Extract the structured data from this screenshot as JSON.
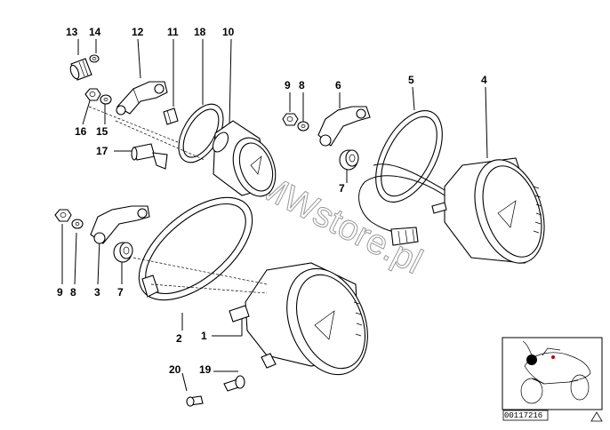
{
  "diagram": {
    "watermark": "BMWstore.pl",
    "drawing_number": "00117216",
    "callouts": {
      "c1": "1",
      "c2": "2",
      "c3": "3",
      "c4": "4",
      "c5": "5",
      "c6": "6",
      "c7a": "7",
      "c7b": "7",
      "c8a": "8",
      "c8b": "8",
      "c9a": "9",
      "c9b": "9",
      "c10": "10",
      "c11": "11",
      "c12": "12",
      "c13": "13",
      "c14": "14",
      "c15": "15",
      "c16": "16",
      "c17": "17",
      "c18": "18",
      "c19": "19",
      "c20": "20"
    }
  }
}
